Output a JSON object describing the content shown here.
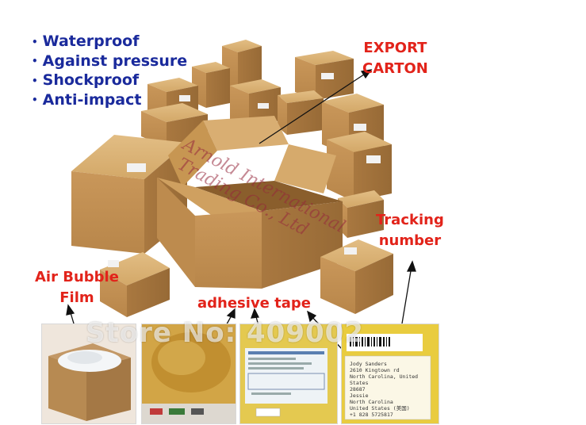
{
  "features": [
    "Waterproof",
    "Against pressure",
    "Shockproof",
    "Anti-impact"
  ],
  "labels": {
    "export_line1": "EXPORT",
    "export_line2": "CARTON",
    "tracking_line1": "Tracking",
    "tracking_line2": "number",
    "bubble_line1": "Air Bubble",
    "bubble_line2": "Film",
    "tape": "adhesive tape"
  },
  "watermarks": {
    "diagonal_line1": "Arnold International",
    "diagonal_line2": "Trading Co., Ltd",
    "store": "Store No: 409002"
  },
  "shipping_label": {
    "lines": [
      "Jody Sanders",
      "2610 Kingtown rd",
      "North Carolina, United States",
      "28687",
      "Jessie",
      "North Carolina",
      "United States  (美国)",
      "+1 828 5725817"
    ]
  },
  "colors": {
    "feature_text": "#1a2a9c",
    "callout_text": "#e2231a",
    "cardboard": "#c99a5b"
  }
}
